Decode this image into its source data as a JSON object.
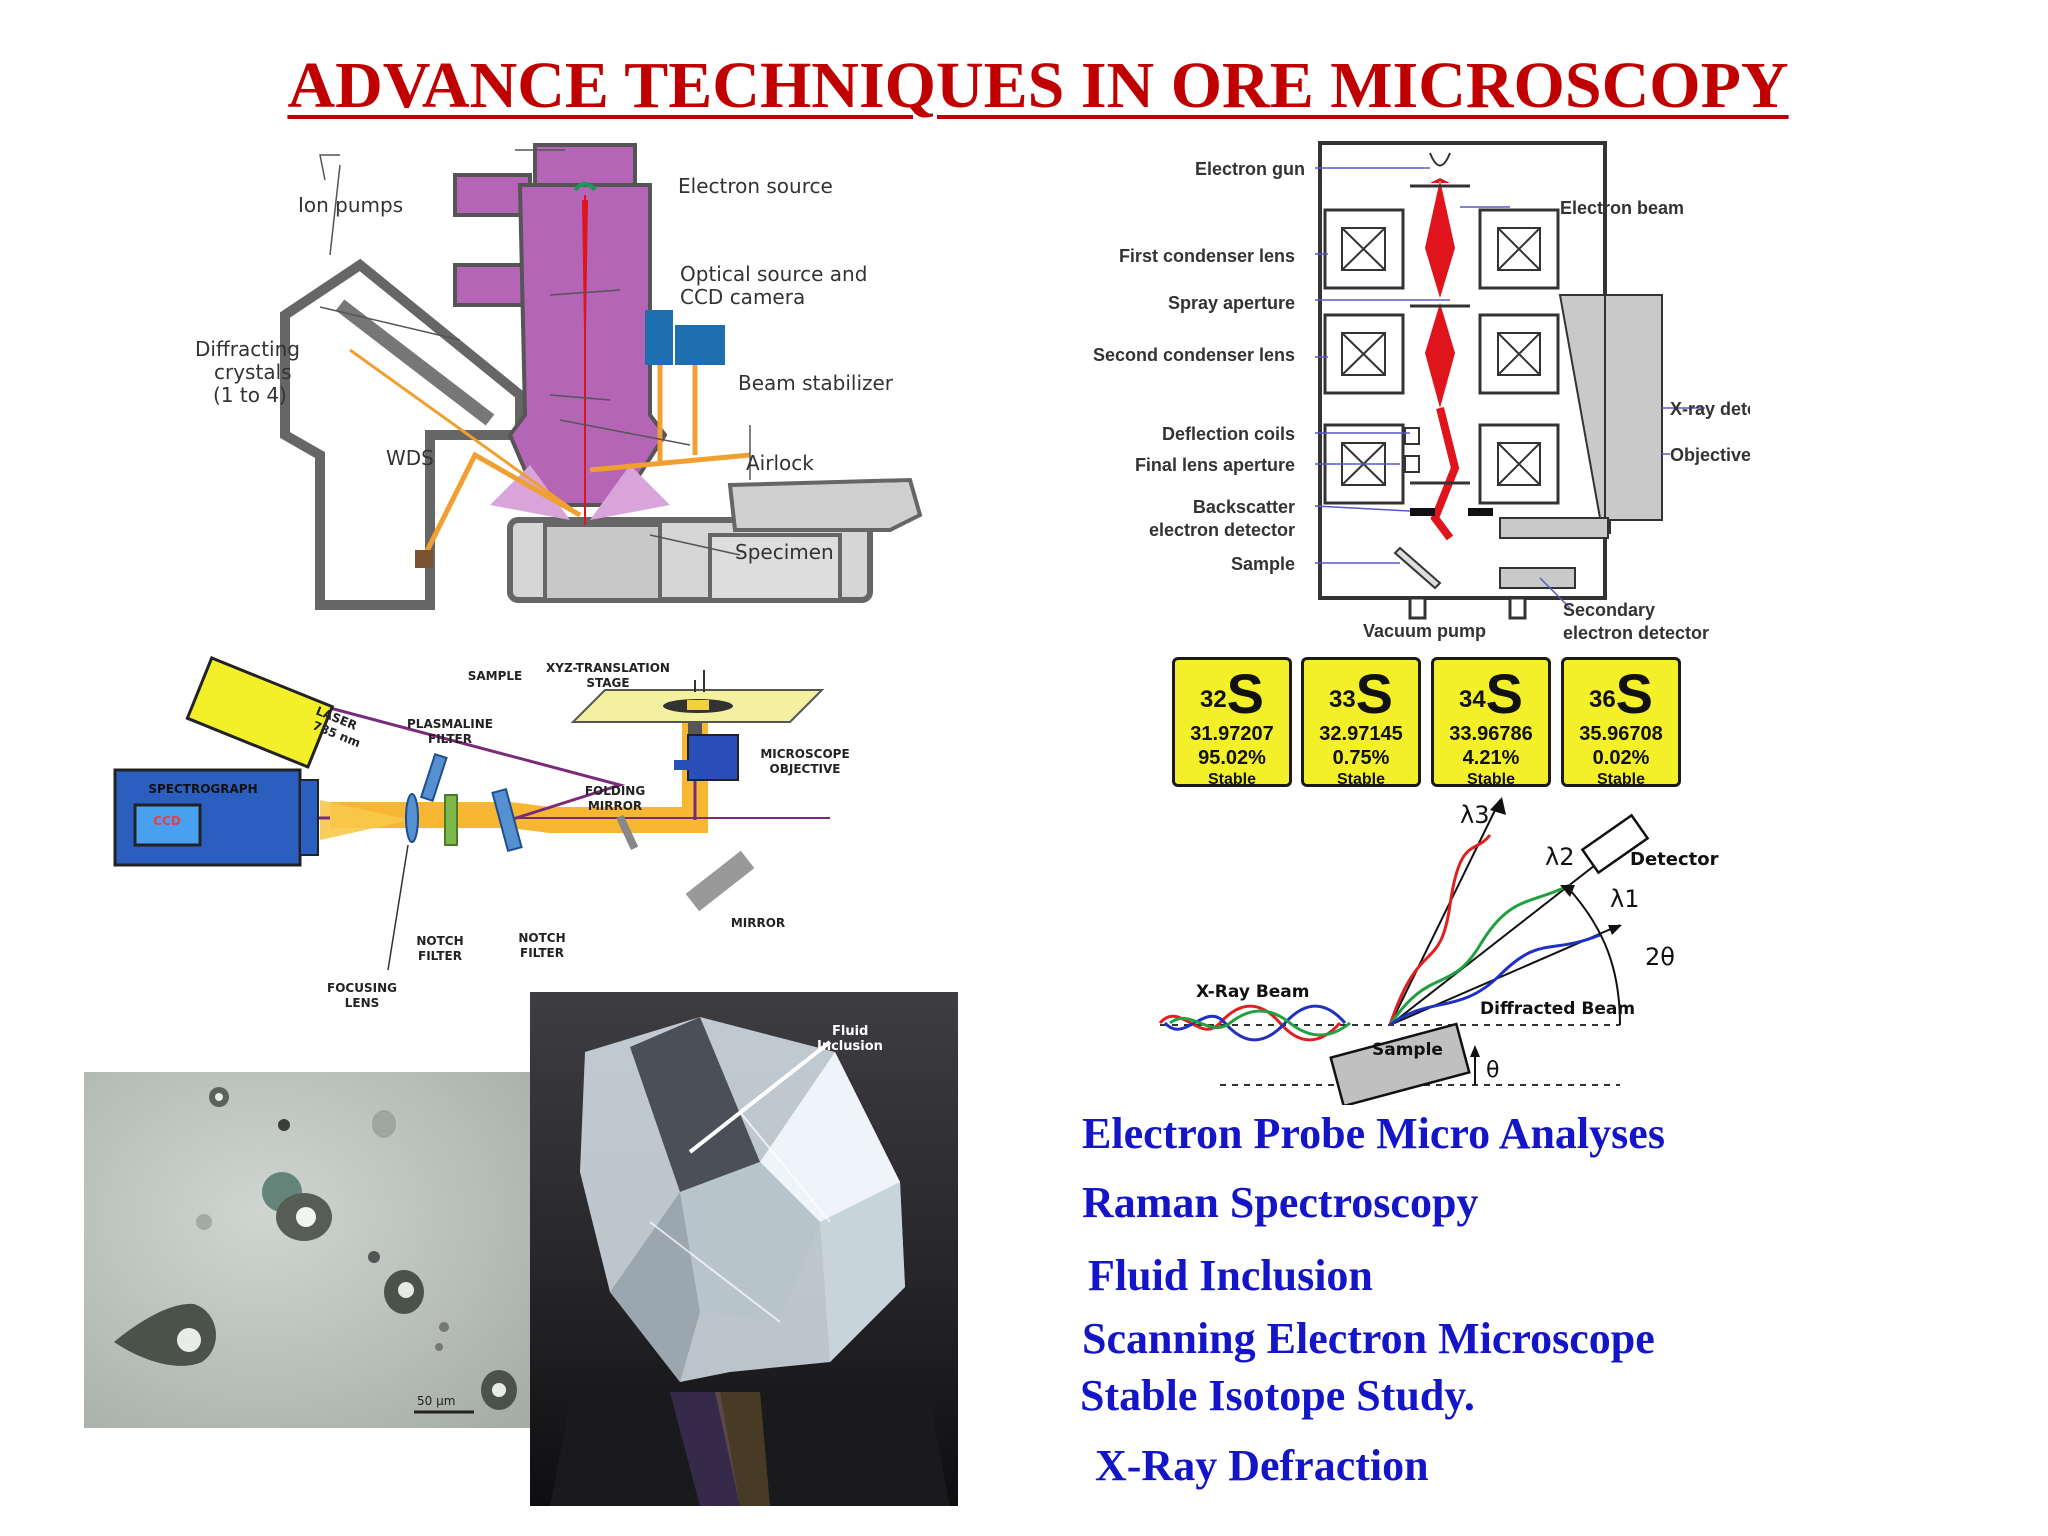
{
  "title": "ADVANCE TECHNIQUES IN ORE MICROSCOPY",
  "epma": {
    "labels": {
      "ion_pumps": "Ion pumps",
      "electron_source": "Electron source",
      "optical_1": "Optical source and",
      "optical_2": "CCD camera",
      "diffracting_1": "Diffracting",
      "diffracting_2": "crystals",
      "diffracting_3": "(1 to 4)",
      "beam_stabilizer": "Beam stabilizer",
      "wds": "WDS",
      "airlock": "Airlock",
      "specimen": "Specimen"
    }
  },
  "sem": {
    "labels": {
      "electron_gun": "Electron gun",
      "electron_beam": "Electron beam",
      "first_condenser": "First condenser lens",
      "spray_aperture": "Spray aperture",
      "second_condenser": "Second condenser lens",
      "xray_detector": "X-ray detector",
      "deflection_coils": "Deflection coils",
      "final_aperture": "Final lens aperture",
      "objective_lens": "Objective lens",
      "backscatter_1": "Backscatter",
      "backscatter_2": "electron detector",
      "sample": "Sample",
      "secondary_1": "Secondary",
      "secondary_2": "electron detector",
      "vacuum_pump": "Vacuum pump"
    }
  },
  "raman": {
    "labels": {
      "sample": "SAMPLE",
      "stage_1": "XYZ-TRANSLATION",
      "stage_2": "STAGE",
      "laser_1": "LASER",
      "laser_2": "785 nm",
      "plasmaline_1": "PLASMALINE",
      "plasmaline_2": "FILTER",
      "objective_1": "MICROSCOPE",
      "objective_2": "OBJECTIVE",
      "folding_1": "FOLDING",
      "folding_2": "MIRROR",
      "spectrograph": "SPECTROGRAPH",
      "ccd": "CCD",
      "notch_a_1": "NOTCH",
      "notch_a_2": "FILTER",
      "notch_b_1": "NOTCH",
      "notch_b_2": "FILTER",
      "mirror": "MIRROR",
      "focusing_1": "FOCUSING",
      "focusing_2": "LENS"
    }
  },
  "isotopes": [
    {
      "mass_number": "32",
      "symbol": "S",
      "mass": "31.97207",
      "abundance": "95.02%",
      "status": "Stable"
    },
    {
      "mass_number": "33",
      "symbol": "S",
      "mass": "32.97145",
      "abundance": "0.75%",
      "status": "Stable"
    },
    {
      "mass_number": "34",
      "symbol": "S",
      "mass": "33.96786",
      "abundance": "4.21%",
      "status": "Stable"
    },
    {
      "mass_number": "36",
      "symbol": "S",
      "mass": "35.96708",
      "abundance": "0.02%",
      "status": "Stable"
    }
  ],
  "xrd": {
    "labels": {
      "lambda3": "λ3",
      "lambda2": "λ2",
      "lambda1": "λ1",
      "detector": "Detector",
      "two_theta": "2θ",
      "xray_beam": "X-Ray Beam",
      "diffracted_beam": "Diffracted Beam",
      "sample": "Sample",
      "theta": "θ"
    }
  },
  "fluid_photo": {
    "scale": "50 μm",
    "label_1": "Fluid",
    "label_2": "Inclusion"
  },
  "techniques": [
    "Electron Probe Micro Analyses",
    "Raman Spectroscopy",
    "Fluid Inclusion",
    "Scanning Electron Microscope",
    "Stable Isotope Study.",
    "X-Ray Defraction"
  ],
  "colors": {
    "title": "#c00000",
    "techniques": "#1515c8",
    "isotope_bg": "#f3f02a",
    "epma_body": "#b565b5",
    "beam_red": "#e0141c"
  }
}
